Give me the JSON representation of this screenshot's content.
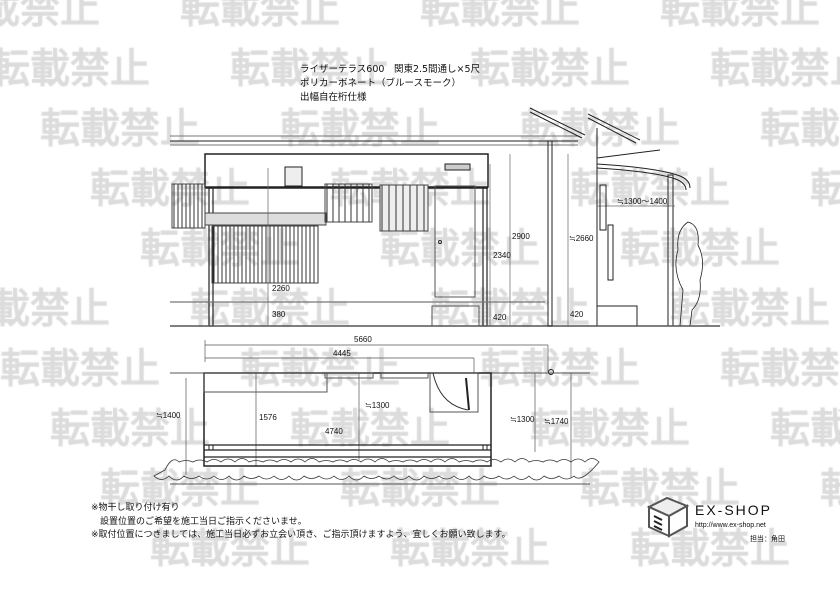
{
  "watermark": "転載禁止",
  "title": {
    "line1": "ライザーテラス600　関東2.5間通し×5尺",
    "line2": "ポリカーボネート（ブルースモーク）",
    "line3": "出幅自在桁仕様"
  },
  "elevation": {
    "dims": {
      "d2260": "2260",
      "d380": "380",
      "d2900": "2900",
      "d2340": "2340",
      "d420a": "420",
      "d2660": "≒2660",
      "d420b": "420",
      "d1300_1400": "≒1300～1400"
    }
  },
  "plan": {
    "dims": {
      "d5660": "5660",
      "d4445": "4445",
      "d1400": "≒1400",
      "d1576": "1576",
      "d1300a": "≒1300",
      "d4740": "4740",
      "d1300b": "≒1300",
      "d1740": "≒1740"
    }
  },
  "notes": {
    "line1": "※物干し取り付け有り",
    "line2": "　設置位置のご希望を施工当日ご指示くださいませ。",
    "line3": "※取付位置につきましては、施工当日必ずお立会い頂き、ご指示頂けますよう、宜しくお願い致します。"
  },
  "logo": {
    "brand": "EX-SHOP",
    "url": "http://www.ex-shop.net",
    "person": "担当：角田"
  }
}
